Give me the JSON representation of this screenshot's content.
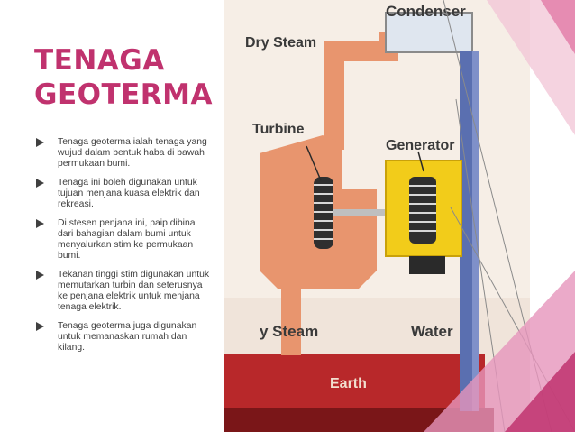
{
  "slide": {
    "title_lines": [
      "TENAGA",
      "GEOTERMA"
    ],
    "bullets": [
      "Tenaga geoterma ialah tenaga yang wujud dalam bentuk haba di bawah permukaan bumi.",
      "Tenaga ini boleh digunakan untuk tujuan menjana kuasa elektrik dan rekreasi.",
      "Di stesen penjana ini, paip dibina dari bahagian dalam bumi untuk menyalurkan stim ke permukaan bumi.",
      "Tekanan tinggi stim digunakan untuk memutarkan turbin dan seterusnya ke penjana elektrik untuk menjana tenaga elektrik.",
      "Tenaga geoterma juga digunakan untuk memanaskan rumah dan kilang."
    ],
    "bullet_icon": "triangle-arrow-icon",
    "accent_color": "#c0326e"
  },
  "diagram": {
    "labels": {
      "condenser": "Condenser",
      "dry_steam_top": "Dry Steam",
      "turbine": "Turbine",
      "generator": "Generator",
      "dry_steam_bottom": "y Steam",
      "water": "Water",
      "earth": "Earth"
    },
    "colors": {
      "pipe_steam": "#e8956e",
      "pipe_water": "#5a6fb0",
      "generator": "#f2cc1a",
      "earth": "#b8282a",
      "ground": "#f0d8c8",
      "label": "#3a3a3a"
    }
  }
}
